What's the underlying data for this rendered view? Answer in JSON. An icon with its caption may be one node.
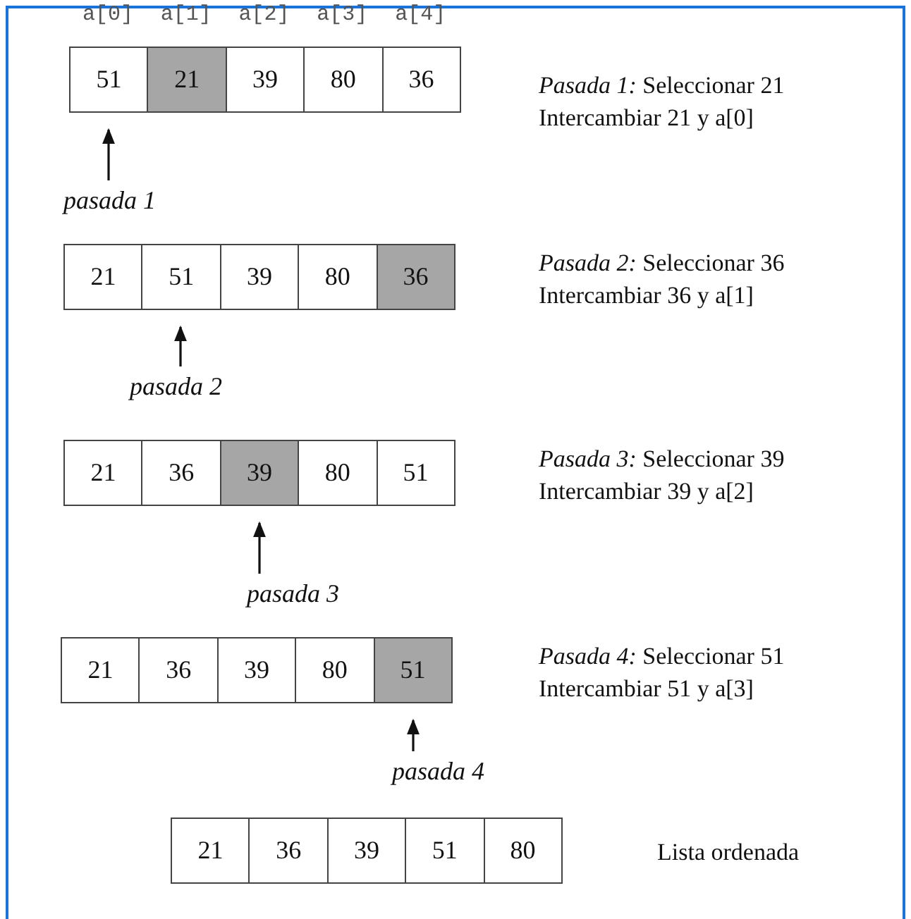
{
  "diagram": {
    "nodes": [
      {
        "text": [
          "51"
        ]
      },
      {
        "text": [
          "21"
        ]
      },
      {
        "text": [
          "39"
        ]
      },
      {
        "text": [
          "80"
        ]
      },
      {
        "text": [
          "36"
        ]
      },
      {
        "text": [
          "pasada 1"
        ]
      },
      {
        "text": [
          "21"
        ]
      },
      {
        "text": [
          "51"
        ]
      },
      {
        "text": [
          "39"
        ]
      },
      {
        "text": [
          "80"
        ]
      },
      {
        "text": [
          "36"
        ]
      },
      {
        "text": [
          "pasada 2"
        ]
      },
      {
        "text": [
          "21"
        ]
      },
      {
        "text": [
          "36"
        ]
      },
      {
        "text": [
          "39"
        ]
      },
      {
        "text": [
          "80"
        ]
      },
      {
        "text": [
          "51"
        ]
      },
      {
        "text": [
          "pasada 3"
        ]
      },
      {
        "text": [
          "21"
        ]
      },
      {
        "text": [
          "36"
        ]
      },
      {
        "text": [
          "39"
        ]
      },
      {
        "text": [
          "80"
        ]
      },
      {
        "text": [
          "51"
        ]
      },
      {
        "text": [
          "pasada 4"
        ]
      },
      {
        "text": [
          "21"
        ]
      },
      {
        "text": [
          "36"
        ]
      },
      {
        "text": [
          "39"
        ]
      },
      {
        "text": [
          "51"
        ]
      },
      {
        "text": [
          "80"
        ]
      }
    ],
    "edges": [
      {
        "from": 5,
        "to": 0,
        "arrow": "to"
      },
      {
        "from": 11,
        "to": 7,
        "arrow": "to"
      },
      {
        "from": 17,
        "to": 14,
        "arrow": "to"
      },
      {
        "from": 23,
        "to": 22,
        "arrow": "to"
      }
    ],
    "labels": [
      "a[0]",
      "a[1]",
      "a[2]",
      "a[3]",
      "a[4]",
      "*Pasada 1:* Seleccionar 21",
      "Intercambiar 21 y a[0]",
      "*Pasada 2:* Seleccionar 36",
      "Intercambiar 36 y a[1]",
      "*Pasada 3:* Seleccionar 39",
      "Intercambiar 39 y a[2]",
      "*Pasada 4:* Seleccionar 51",
      "Intercambiar 51 y a[3]",
      "Lista ordenada"
    ]
  }
}
